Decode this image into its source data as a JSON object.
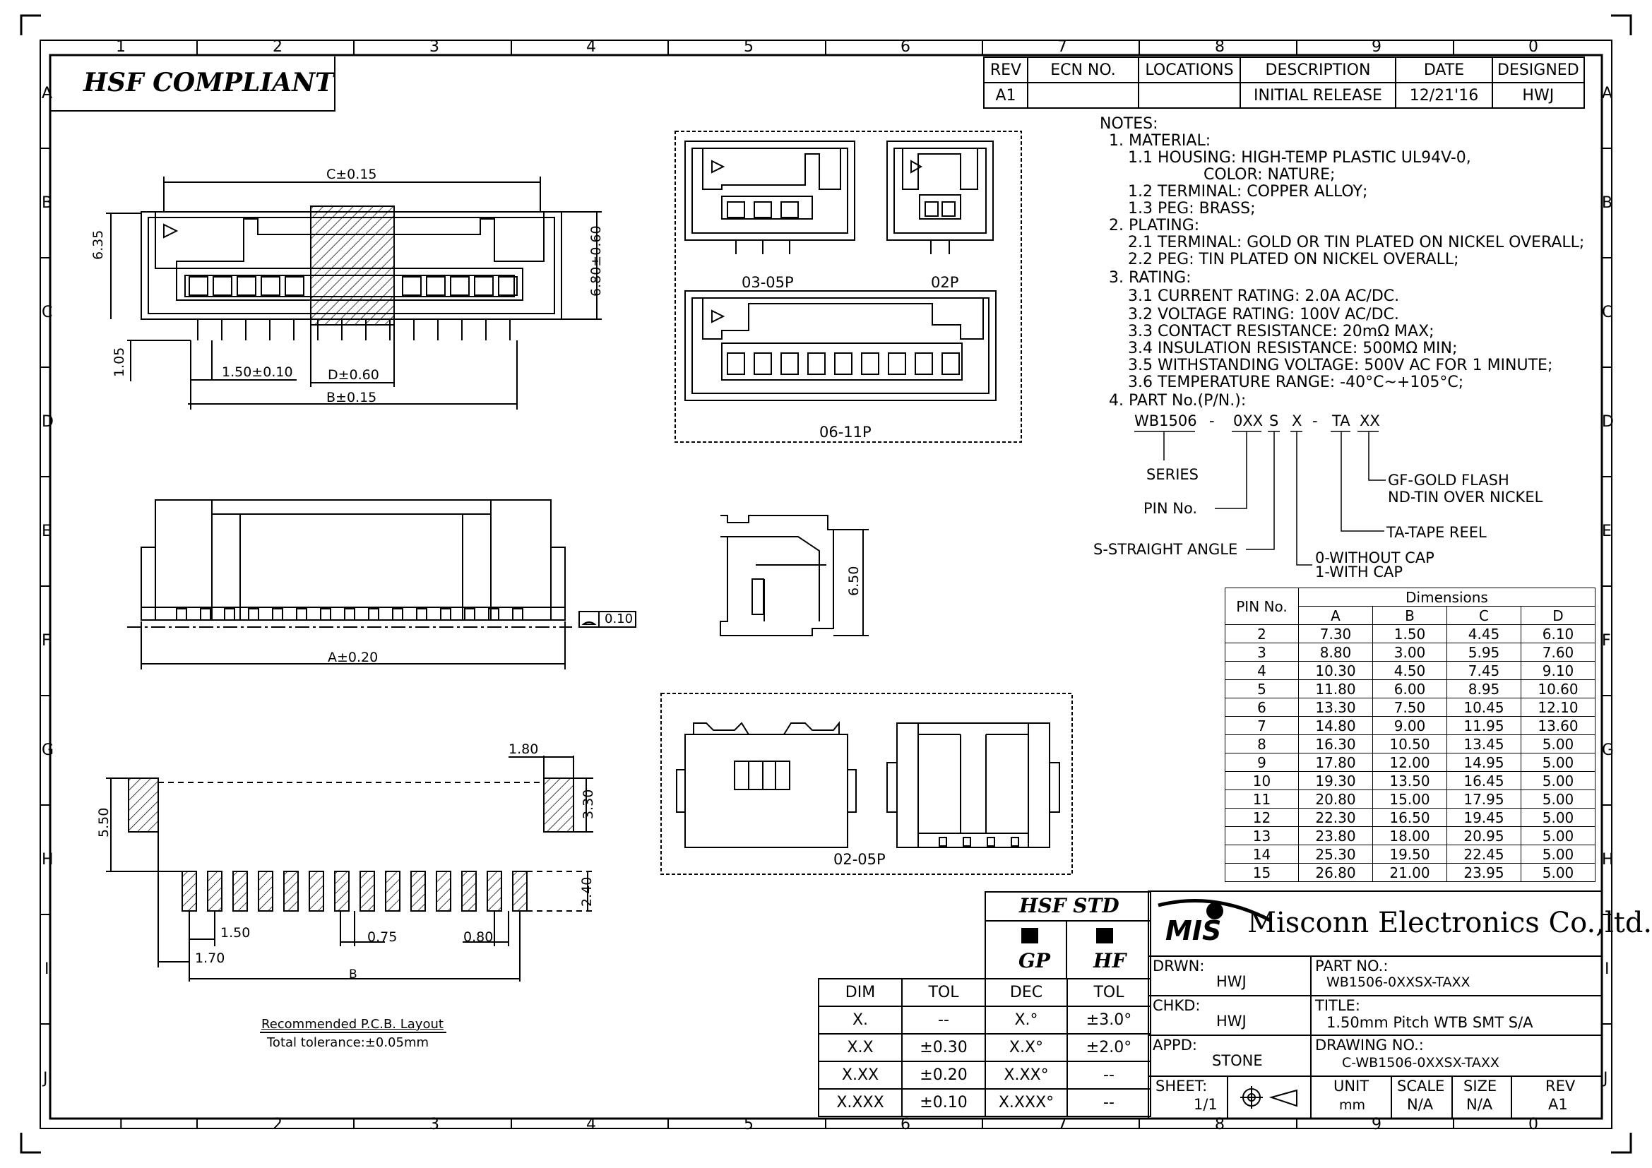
{
  "frame": {
    "col_labels_top": [
      "1",
      "2",
      "3",
      "4",
      "5",
      "6",
      "7",
      "8",
      "9",
      "0"
    ],
    "col_labels_bottom": [
      "1",
      "2",
      "3",
      "4",
      "5",
      "6",
      "7",
      "8",
      "9",
      "0"
    ],
    "row_labels_left": [
      "A",
      "B",
      "C",
      "D",
      "E",
      "F",
      "G",
      "H",
      "I",
      "J"
    ],
    "row_labels_right": [
      "A",
      "B",
      "C",
      "D",
      "E",
      "F",
      "G",
      "H",
      "I",
      "J"
    ]
  },
  "header": {
    "hsf_compliant": "HSF  COMPLIANT"
  },
  "revision_table": {
    "headers": [
      "REV",
      "ECN NO.",
      "LOCATIONS",
      "DESCRIPTION",
      "DATE",
      "DESIGNED"
    ],
    "row": [
      "A1",
      "",
      "",
      "INITIAL RELEASE",
      "12/21'16",
      "HWJ"
    ]
  },
  "notes": {
    "lines": [
      "NOTES:",
      "1. MATERIAL:",
      "1.1 HOUSING:  HIGH-TEMP PLASTIC UL94V-0,",
      "COLOR:  NATURE;",
      "1.2  TERMINAL:  COPPER ALLOY;",
      "1.3  PEG:  BRASS;",
      "2.  PLATING:",
      "2.1  TERMINAL:  GOLD  OR  TIN  PLATED  ON  NICKEL  OVERALL;",
      "2.2  PEG:  TIN  PLATED  ON  NICKEL  OVERALL;",
      "3.  RATING:",
      "3.1  CURRENT  RATING:  2.0A  AC/DC.",
      "3.2  VOLTAGE  RATING:  100V  AC/DC.",
      "3.3  CONTACT  RESISTANCE:  20mΩ  MAX;",
      "3.4  INSULATION  RESISTANCE:  500MΩ  MIN;",
      "3.5  WITHSTANDING  VOLTAGE:  500V  AC  FOR  1  MINUTE;",
      "3.6  TEMPERATURE  RANGE:  -40°C~+105°C;",
      "4.  PART  No.(P/N.):"
    ]
  },
  "part_number_legend": {
    "p1": "WB1506",
    "dash1": "-",
    "p2": "0XX",
    "p3": "S",
    "p4": "X",
    "dash2": "-",
    "p5": "TA",
    "p6": "XX",
    "series": "SERIES",
    "pin_no": "PIN No.",
    "straight": "S-STRAIGHT ANGLE",
    "cap1": "0-WITHOUT  CAP",
    "cap2": "1-WITH  CAP",
    "tape": "TA-TAPE  REEL",
    "gold": "GF-GOLD  FLASH",
    "tin": "ND-TIN  OVER  NICKEL"
  },
  "dimensions_table": {
    "pin_header": "PIN No.",
    "group_header": "Dimensions",
    "columns": [
      "A",
      "B",
      "C",
      "D"
    ],
    "rows": [
      [
        "2",
        "7.30",
        "1.50",
        "4.45",
        "6.10"
      ],
      [
        "3",
        "8.80",
        "3.00",
        "5.95",
        "7.60"
      ],
      [
        "4",
        "10.30",
        "4.50",
        "7.45",
        "9.10"
      ],
      [
        "5",
        "11.80",
        "6.00",
        "8.95",
        "10.60"
      ],
      [
        "6",
        "13.30",
        "7.50",
        "10.45",
        "12.10"
      ],
      [
        "7",
        "14.80",
        "9.00",
        "11.95",
        "13.60"
      ],
      [
        "8",
        "16.30",
        "10.50",
        "13.45",
        "5.00"
      ],
      [
        "9",
        "17.80",
        "12.00",
        "14.95",
        "5.00"
      ],
      [
        "10",
        "19.30",
        "13.50",
        "16.45",
        "5.00"
      ],
      [
        "11",
        "20.80",
        "15.00",
        "17.95",
        "5.00"
      ],
      [
        "12",
        "22.30",
        "16.50",
        "19.45",
        "5.00"
      ],
      [
        "13",
        "23.80",
        "18.00",
        "20.95",
        "5.00"
      ],
      [
        "14",
        "25.30",
        "19.50",
        "22.45",
        "5.00"
      ],
      [
        "15",
        "26.80",
        "21.00",
        "23.95",
        "5.00"
      ]
    ]
  },
  "drawing_labels": {
    "c_dim": "C±0.15",
    "h635": "6.35",
    "h680": "6.80±0.60",
    "h105": "1.05",
    "pitch": "1.50±0.10",
    "d_dim": "D±0.60",
    "b_dim": "B±0.15",
    "view_0305": "03-05P",
    "view_02": "02P",
    "view_0611": "06-11P",
    "a_dim": "A±0.20",
    "flat_tol": "0.10",
    "h650": "6.50",
    "view_0205": "02-05P",
    "pcb_180": "1.80",
    "pcb_330": "3.30",
    "pcb_550": "5.50",
    "pcb_240": "2.40",
    "pcb_150": "1.50",
    "pcb_075": "0.75",
    "pcb_080": "0.80",
    "pcb_170": "1.70",
    "pcb_b": "B",
    "pcb_title": "Recommended  P.C.B.  Layout",
    "pcb_tol": "Total  tolerance:±0.05mm"
  },
  "tolerance_table": {
    "headers": [
      "DIM",
      "TOL",
      "DEC",
      "TOL"
    ],
    "rows": [
      [
        "X.",
        "--",
        "X.°",
        "±3.0°"
      ],
      [
        "X.X",
        "±0.30",
        "X.X°",
        "±2.0°"
      ],
      [
        "X.XX",
        "±0.20",
        "X.XX°",
        "--"
      ],
      [
        "X.XXX",
        "±0.10",
        "X.XXX°",
        "--"
      ]
    ]
  },
  "hsf_std": {
    "title": "HSF  STD",
    "gp": "GP",
    "hf": "HF"
  },
  "title_block": {
    "logo": "MIS",
    "company": "Misconn Electronics Co.,ltd.",
    "drwn_label": "DRWN:",
    "drwn": "HWJ",
    "chkd_label": "CHKD:",
    "chkd": "HWJ",
    "appd_label": "APPD:",
    "appd": "STONE",
    "part_label": "PART  NO.:",
    "part": "WB1506-0XXSX-TAXX",
    "title_label": "TITLE:",
    "title": "1.50mm  Pitch  WTB  SMT  S/A",
    "drawing_label": "DRAWING  NO.:",
    "drawing": "C-WB1506-0XXSX-TAXX",
    "sheet_label": "SHEET:",
    "sheet": "1/1",
    "unit_label": "UNIT",
    "unit": "mm",
    "scale_label": "SCALE",
    "scale": "N/A",
    "size_label": "SIZE",
    "size": "N/A",
    "rev_label": "REV",
    "rev": "A1"
  }
}
